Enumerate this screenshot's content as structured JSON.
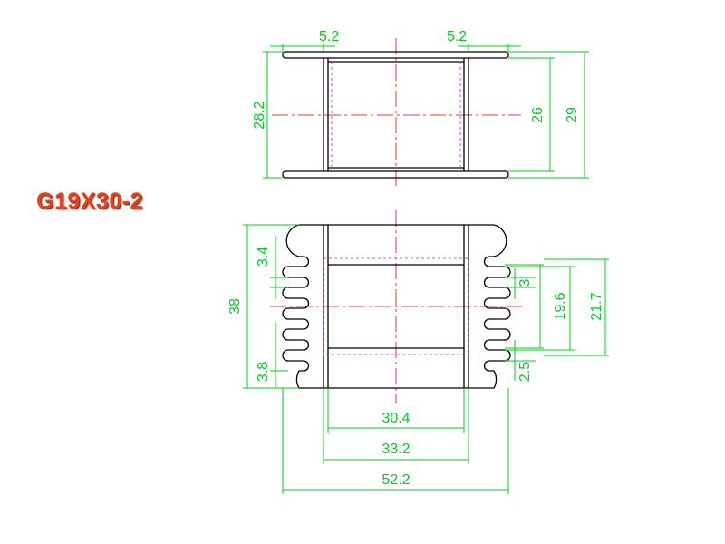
{
  "title": "G19X30-2",
  "dimensions": {
    "top_left_flange": "5.2",
    "top_right_flange": "5.2",
    "top_height_inner": "28.2",
    "top_height_mid": "26",
    "top_height_outer": "29",
    "bottom_overall_height": "38",
    "bottom_slot_pitch": "3.4",
    "bottom_edge_left": "3.8",
    "bottom_slot_right": "3",
    "bottom_window_height": "19.6",
    "bottom_outer_right": "21.7",
    "bottom_edge_right": "2.5",
    "bottom_inner_width": "30.4",
    "bottom_mid_width": "33.2",
    "bottom_overall_width": "52.2"
  },
  "colors": {
    "title": "#e8401c",
    "dimension": "#00cc22",
    "outline": "#000000",
    "centerline": "#e00000",
    "hidden": "#cc22cc"
  }
}
